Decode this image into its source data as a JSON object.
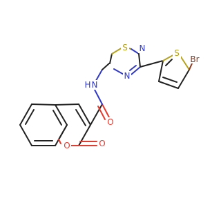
{
  "atoms": {
    "br": {
      "label": "Br",
      "color": "#8b3a1f"
    },
    "s_thiophene": {
      "label": "S",
      "color": "#b5a21c"
    },
    "s_thiadiazole": {
      "label": "S",
      "color": "#b5a21c"
    },
    "n_thiadiazole_top": {
      "label": "N",
      "color": "#2f38c8"
    },
    "n_thiadiazole_bottom": {
      "label": "N",
      "color": "#2f38c8"
    },
    "nh": {
      "label": "H​N",
      "label_n": "N",
      "label_h": "H",
      "color": "#2f38c8"
    },
    "o_amide": {
      "label": "O",
      "color": "#e53a2e"
    },
    "o_ring": {
      "label": "O",
      "color": "#e53a2e"
    },
    "o_carbonyl": {
      "label": "O",
      "color": "#e53a2e"
    }
  }
}
